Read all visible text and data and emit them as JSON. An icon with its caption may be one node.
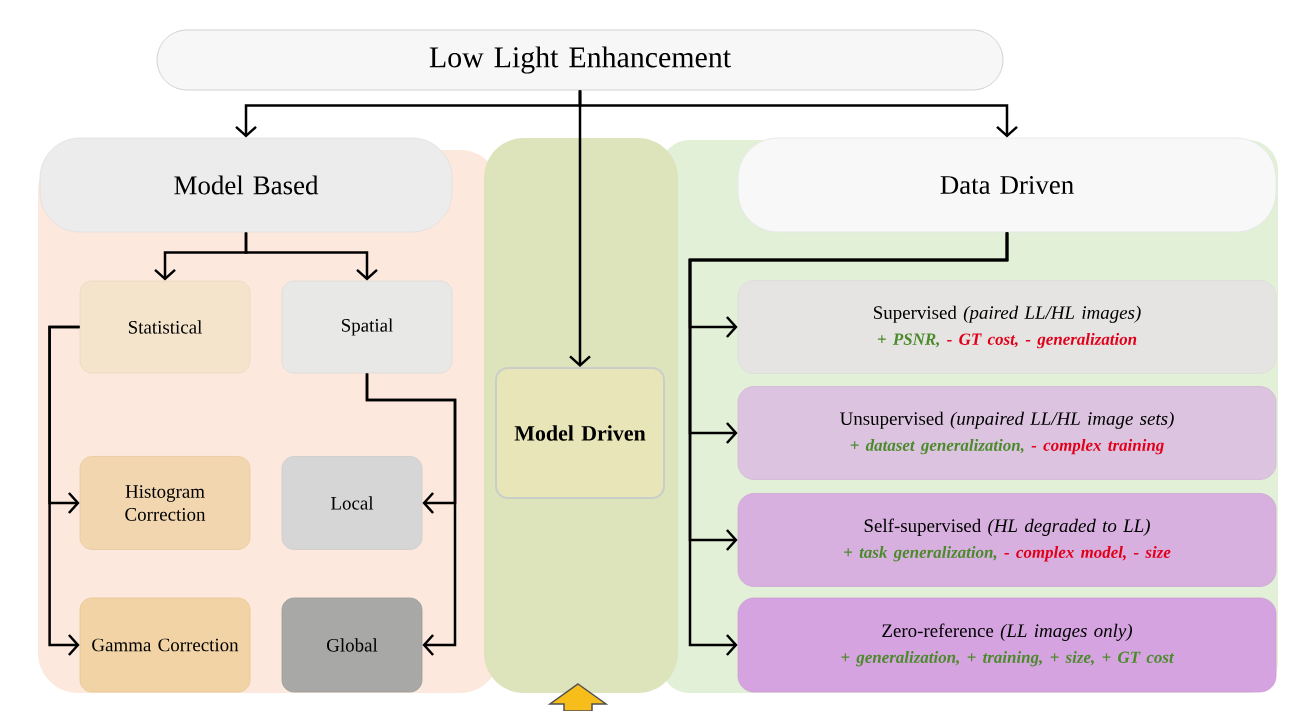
{
  "diagram": {
    "nodes": [
      {
        "text": [
          "Low Light Enhancement"
        ]
      },
      {
        "text": [
          "Model Based"
        ]
      },
      {
        "text": [
          "Statistical"
        ]
      },
      {
        "text": [
          "Spatial"
        ]
      },
      {
        "text": [
          "Histogram Correction"
        ]
      },
      {
        "text": [
          "Local"
        ]
      },
      {
        "text": [
          "Gamma Correction"
        ]
      },
      {
        "text": [
          "Global"
        ]
      },
      {
        "text": [
          "Model Driven"
        ]
      },
      {
        "text": [
          "Data Driven"
        ]
      },
      {
        "text": [
          "Supervised",
          "(paired LL/HL images)",
          "+ PSNR,",
          "- GT cost, - generalization"
        ]
      },
      {
        "text": [
          "Unsupervised",
          "(unpaired LL/HL image sets)",
          "+ dataset generalization,",
          "- complex training"
        ]
      },
      {
        "text": [
          "Self-supervised",
          "(HL degraded to LL)",
          "+ task generalization,",
          "- complex model, - size"
        ]
      },
      {
        "text": [
          "Zero-reference",
          "(LL images only)",
          "+ generalization, + training, + size, + GT cost"
        ]
      }
    ],
    "edges": [
      {
        "from": 0,
        "to": 1,
        "arrow": "to"
      },
      {
        "from": 0,
        "to": 8,
        "arrow": "to"
      },
      {
        "from": 0,
        "to": 9,
        "arrow": "to"
      },
      {
        "from": 1,
        "to": 2,
        "arrow": "to"
      },
      {
        "from": 1,
        "to": 3,
        "arrow": "to"
      },
      {
        "from": 2,
        "to": 4,
        "arrow": "to"
      },
      {
        "from": 2,
        "to": 6,
        "arrow": "to"
      },
      {
        "from": 3,
        "to": 5,
        "arrow": "to"
      },
      {
        "from": 3,
        "to": 7,
        "arrow": "to"
      },
      {
        "from": 9,
        "to": 10,
        "arrow": "to"
      },
      {
        "from": 9,
        "to": 11,
        "arrow": "to"
      },
      {
        "from": 9,
        "to": 12,
        "arrow": "to"
      },
      {
        "from": 9,
        "to": 13,
        "arrow": "to"
      }
    ]
  }
}
